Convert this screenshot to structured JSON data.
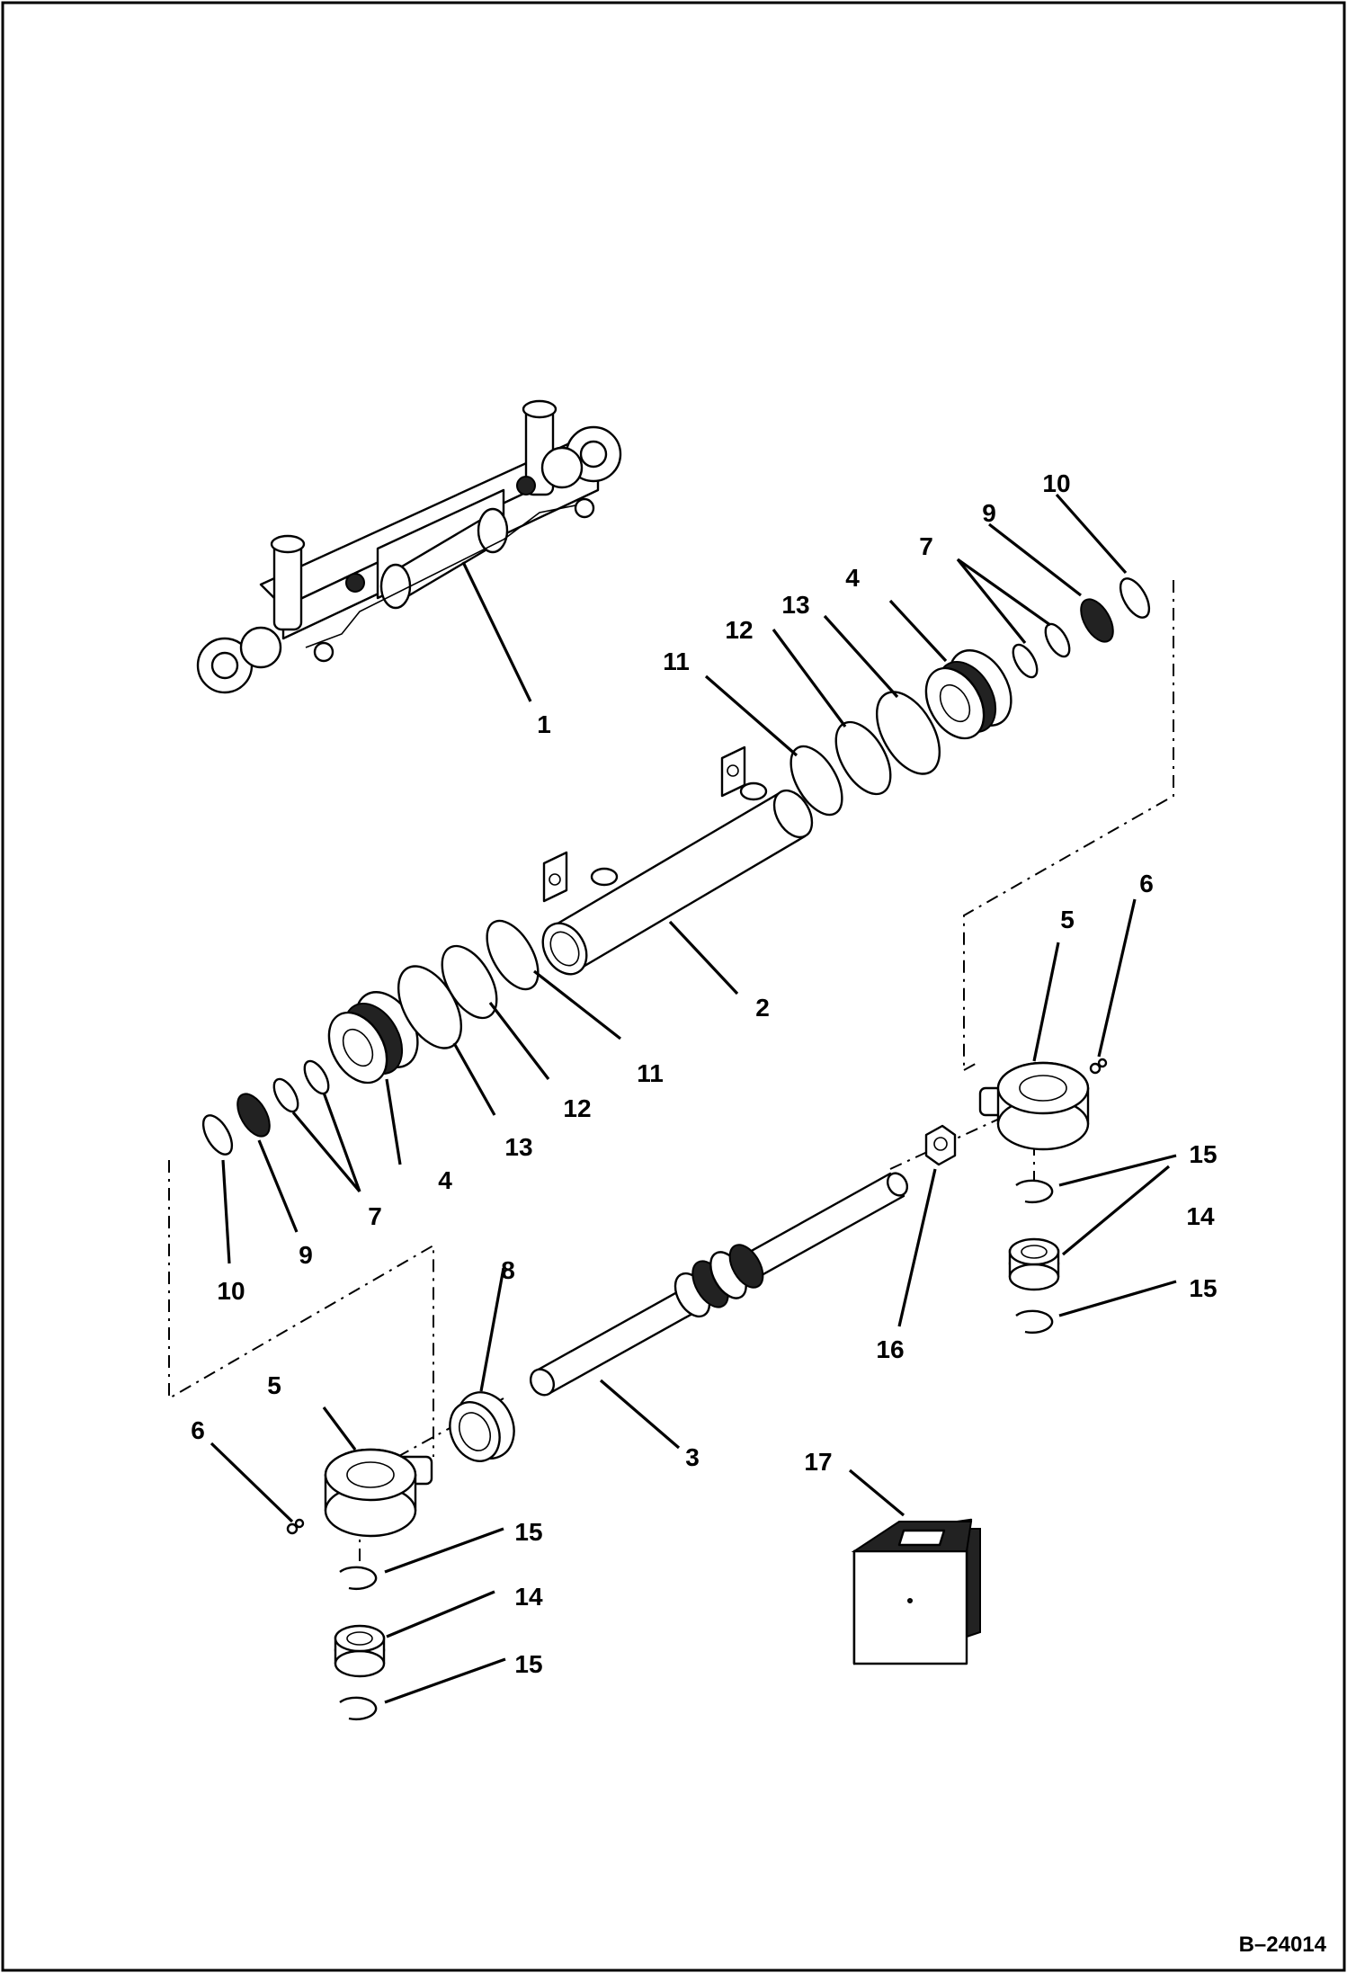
{
  "figure_id": "B–24014",
  "callouts": {
    "c1": "1",
    "c2": "2",
    "c3": "3",
    "c4a": "4",
    "c4b": "4",
    "c5a": "5",
    "c5b": "5",
    "c6a": "6",
    "c6b": "6",
    "c7a": "7",
    "c7b": "7",
    "c8": "8",
    "c9a": "9",
    "c9b": "9",
    "c10a": "10",
    "c10b": "10",
    "c11a": "11",
    "c11b": "11",
    "c12a": "12",
    "c12b": "12",
    "c13a": "13",
    "c13b": "13",
    "c14a": "14",
    "c14b": "14",
    "c15a": "15",
    "c15b": "15",
    "c15c": "15",
    "c15d": "15",
    "c16": "16",
    "c17": "17"
  }
}
